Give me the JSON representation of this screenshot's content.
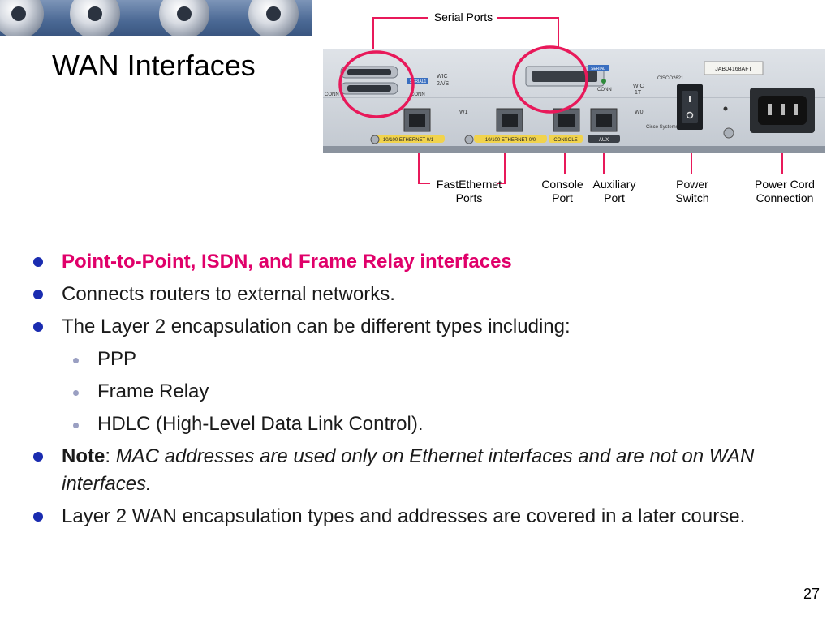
{
  "slide": {
    "title": "WAN Interfaces",
    "page_number": "27"
  },
  "diagram": {
    "labels": {
      "serial_ports": "Serial Ports",
      "fastethernet": "FastEthernet\nPorts",
      "console": "Console\nPort",
      "auxiliary": "Auxiliary\nPort",
      "power_switch": "Power\nSwitch",
      "power_cord": "Power Cord\nConnection"
    },
    "panel_text": {
      "serial_tag_1": "SERIAL1",
      "serial_tag_2": "SERIAL",
      "wic_1": "WIC\n2A/S",
      "wic_2": "WIC\n1T",
      "conn_1": "CONN",
      "conn_2": "CONN",
      "w1": "W1",
      "w0": "W0",
      "eth_0_1": "10/100 ETHERNET 0/1",
      "eth_0_0": "10/100 ETHERNET 0/0",
      "console_tag": "CONSOLE",
      "aux_tag": "AUX",
      "serial_sticker": "JAB04168AFT",
      "model": "CISCO2621",
      "brand": "Cisco Systems"
    },
    "highlight_color": "#e8195a",
    "callout_color": "#e8195a"
  },
  "bullets": [
    {
      "level": 1,
      "style": "highlight",
      "text": "Point-to-Point, ISDN, and Frame Relay interfaces"
    },
    {
      "level": 1,
      "style": "normal",
      "text": "Connects routers to external networks."
    },
    {
      "level": 1,
      "style": "normal",
      "text": "The Layer 2 encapsulation can be different types including:"
    },
    {
      "level": 2,
      "style": "normal",
      "text": "PPP"
    },
    {
      "level": 2,
      "style": "normal",
      "text": "Frame Relay"
    },
    {
      "level": 2,
      "style": "normal",
      "text": "HDLC (High-Level Data Link Control)."
    },
    {
      "level": 1,
      "style": "note",
      "bold": "Note",
      "sep": ": ",
      "italic": "MAC addresses are used only on Ethernet interfaces and are not on WAN interfaces."
    },
    {
      "level": 1,
      "style": "normal",
      "text": "Layer 2 WAN encapsulation types and addresses are covered in a later course."
    }
  ]
}
